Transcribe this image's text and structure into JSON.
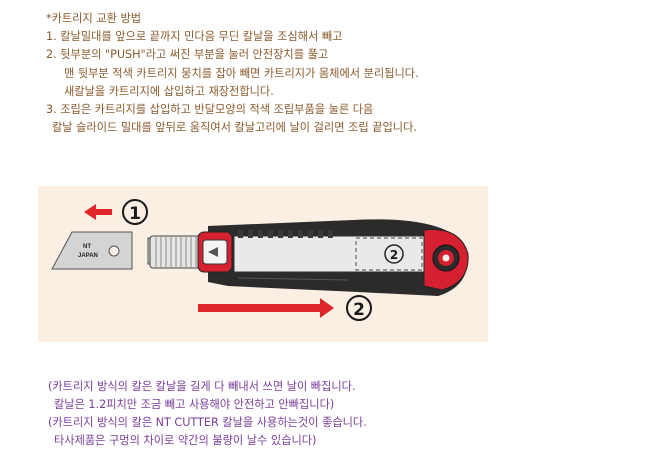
{
  "instructions": {
    "heading": "*카트리지 교환 방법",
    "lines": [
      "1. 칼날밀대를 앞으로 끝까지 민다음   무딘 칼날을 조심해서 빼고",
      "2. 뒷부분의 \"PUSH\"라고 써진 부분을 눌러 안전장치를 풀고",
      "맨 뒷부분 적색 카트리지 뭉치를 잡아 빼면 카트리지가 몸체에서 분리됩니다.",
      "새칼날을 카트리지에 삽입하고 재장전합니다.",
      "3. 조립은 카트리지를 삽입하고 반달모양의 적색 조립부품을 눌른 다음",
      "칼날 슬라이드 밀대를 앞뒤로 움직여서 칼날고리에 날이 걸리면 조립 끝입니다."
    ]
  },
  "illustration": {
    "step1": "①",
    "step2": "②",
    "cartridge_label": "②",
    "blade_brand_1": "NT",
    "blade_brand_2": "JAPAN",
    "colors": {
      "background": "#fbeee3",
      "arrow": "#e0262b",
      "accent_red": "#d42030",
      "body_dark": "#2b2b2b",
      "blade_silver": "#c8c8c8"
    }
  },
  "notes": {
    "lines": [
      "(카트리지 방식의 칼은 칼날을 길게 다 빼내서 쓰면 날이 빠집니다.",
      "칼날은 1.2피치만 조금 빼고 사용해야 안전하고 안빠집니다)",
      "(카트리지 방식의 칼은  NT CUTTER  칼날을 사용하는것이 좋습니다.",
      "타사제품은 구멍의 차이로 약간의 불량이 날수 있습니다)"
    ]
  }
}
